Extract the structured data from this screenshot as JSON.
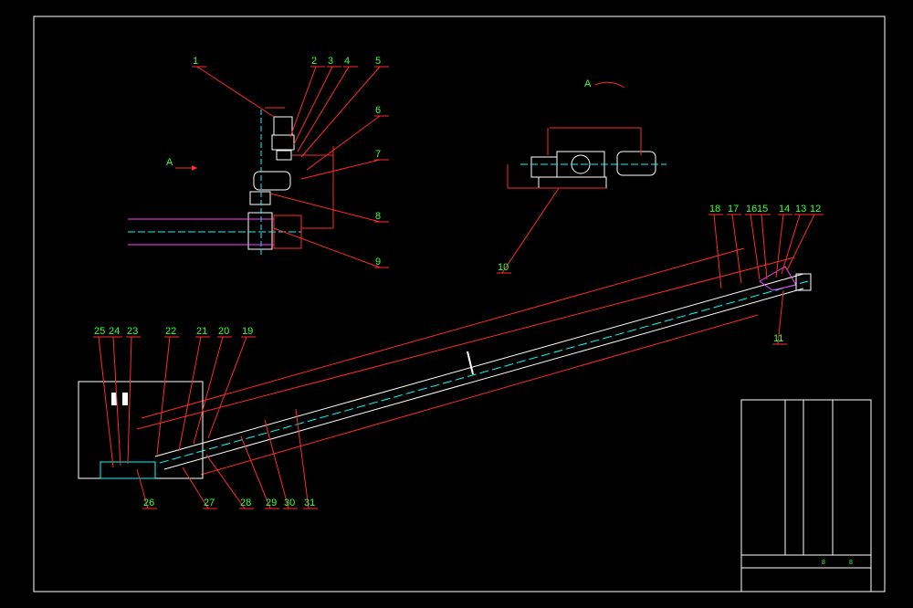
{
  "view_labels": {
    "section_a_arrow": "A",
    "section_a_title": "A"
  },
  "callouts": [
    "1",
    "2",
    "3",
    "4",
    "5",
    "6",
    "7",
    "8",
    "9",
    "10",
    "11",
    "12",
    "13",
    "14",
    "15",
    "16",
    "17",
    "18",
    "19",
    "20",
    "21",
    "22",
    "23",
    "24",
    "25",
    "26",
    "27",
    "28",
    "29",
    "30",
    "31"
  ],
  "title_block": {
    "row_a": "8",
    "row_b": "8"
  },
  "colors": {
    "background": "#000000",
    "frame": "#ffffff",
    "outline": "#ff2a2a",
    "text": "#3cff3c",
    "belt": "#ff40ff",
    "center": "#00ffff",
    "detail": "#ffffff"
  }
}
